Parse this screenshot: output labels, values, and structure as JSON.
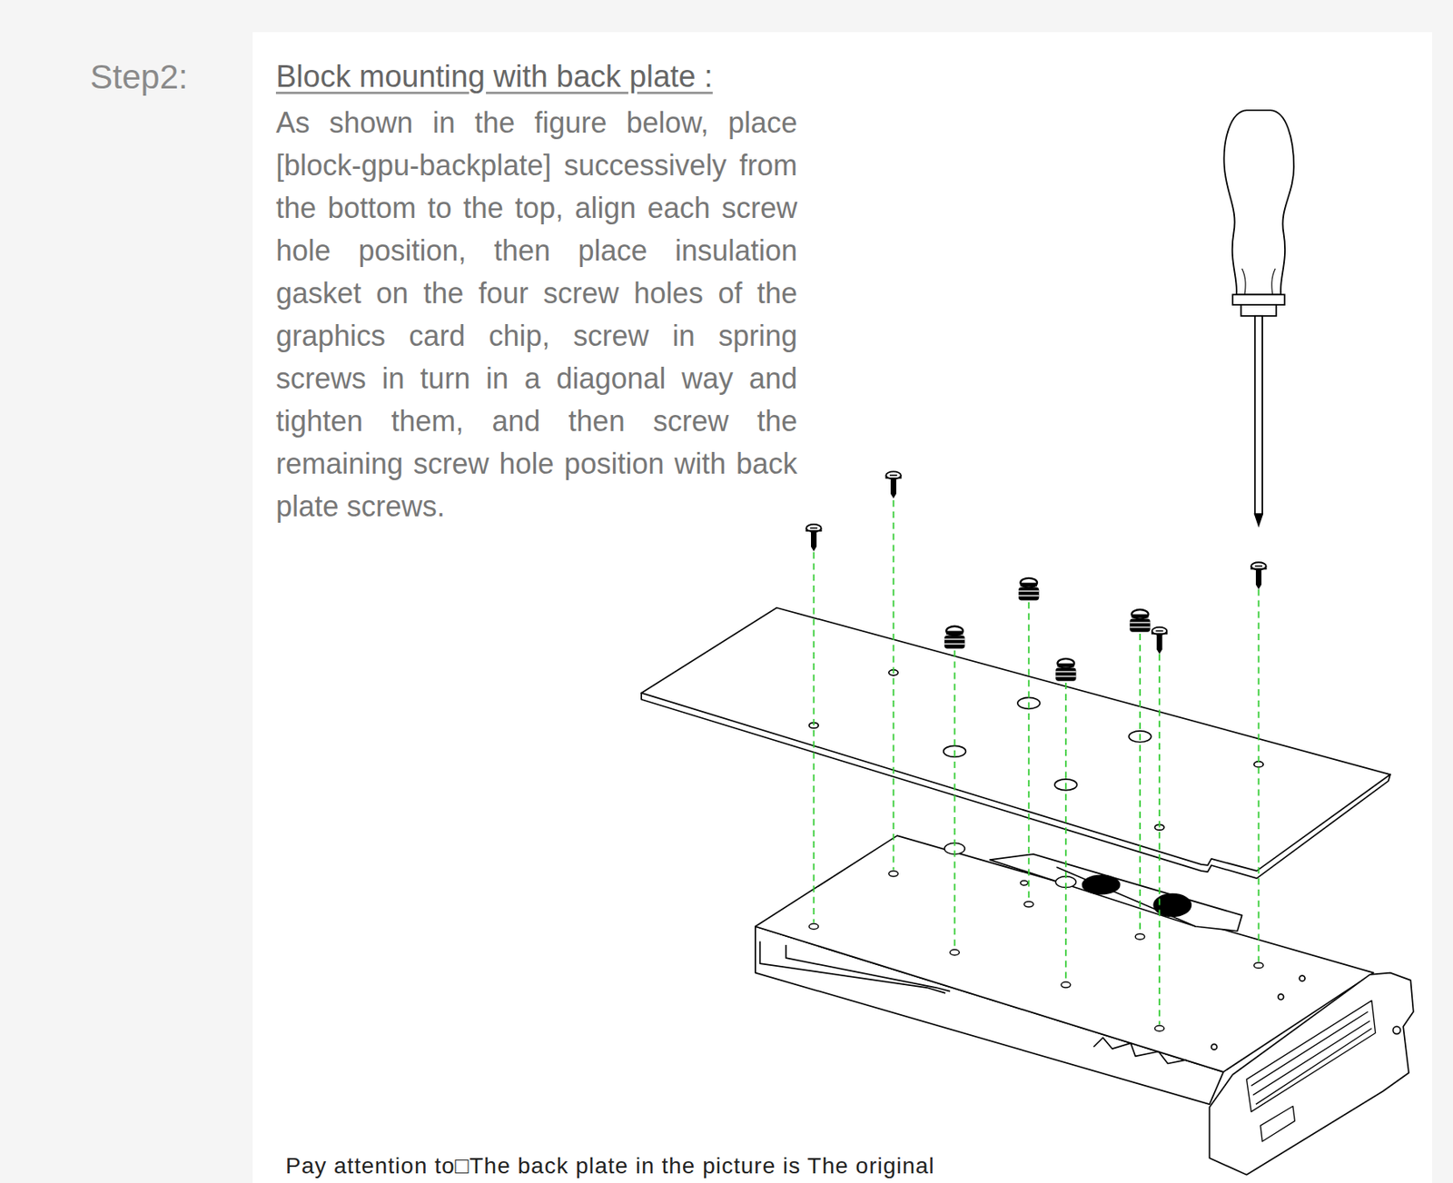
{
  "diagram": {
    "title": "Block mounting with back plate :",
    "labels": [
      "Step2:",
      "As shown in the figure below, place [block-gpu-backplate] successively from the bottom to the top, align each screw hole position, then place insulation gasket on the four screw holes of the graphics card chip, screw in spring screws in turn in a diagonal way and tighten them, and then screw the remaining screw hole position with back plate screws.",
      "Pay attention to□The back plate in the picture is The original"
    ]
  }
}
